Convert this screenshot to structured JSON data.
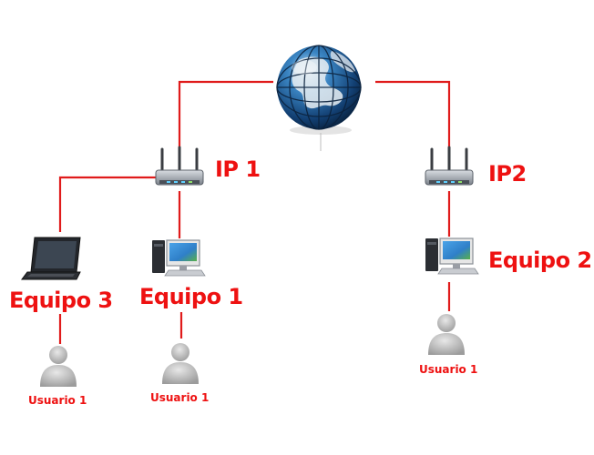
{
  "colors": {
    "link": "#e01b1b",
    "label": "#ee1111",
    "globe_ocean": "#1f6aa8",
    "device_gray": "#8a8f96",
    "user_gray": "#b8b8b8"
  },
  "nodes": {
    "internet": {
      "icon": "globe-icon"
    },
    "router_1": {
      "icon": "router-icon",
      "label": "IP 1"
    },
    "router_2": {
      "icon": "router-icon",
      "label": "IP2"
    },
    "equipo_3": {
      "icon": "laptop-icon",
      "label": "Equipo 3"
    },
    "equipo_1": {
      "icon": "desktop-pc-icon",
      "label": "Equipo 1"
    },
    "equipo_2": {
      "icon": "desktop-pc-icon",
      "label": "Equipo 2"
    },
    "usuario_a": {
      "icon": "user-icon",
      "label": "Usuario 1"
    },
    "usuario_b": {
      "icon": "user-icon",
      "label": "Usuario 1"
    },
    "usuario_c": {
      "icon": "user-icon",
      "label": "Usuario 1"
    }
  }
}
